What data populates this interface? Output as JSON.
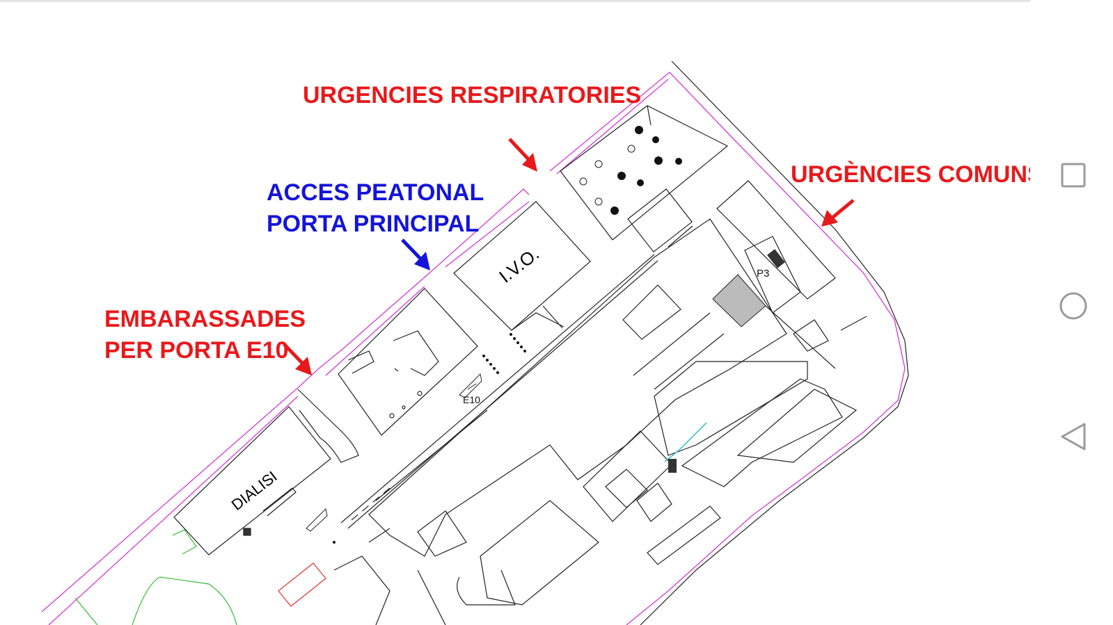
{
  "plan": {
    "labels": {
      "respiratory": "URGENCIES RESPIRATORIES",
      "common_emergency": "URGÈNCIES COMUNS",
      "pedestrian_line1": "ACCES PEATONAL",
      "pedestrian_line2": "PORTA PRINCIPAL",
      "pregnant_line1": "EMBARASSADES",
      "pregnant_line2": "PER PORTA E10"
    },
    "buildings": {
      "ivo": "I.V.O.",
      "dialysis": "DIALISI",
      "door_e10": "E10",
      "parking_p3": "P3"
    },
    "colors": {
      "red_label": "#e8191b",
      "blue_label": "#1414d9",
      "boundary": "#d23ad2",
      "plan_line": "#222222",
      "greenery": "#33bb33"
    }
  },
  "nav": {
    "buttons": [
      "recent-apps",
      "home",
      "back"
    ]
  }
}
